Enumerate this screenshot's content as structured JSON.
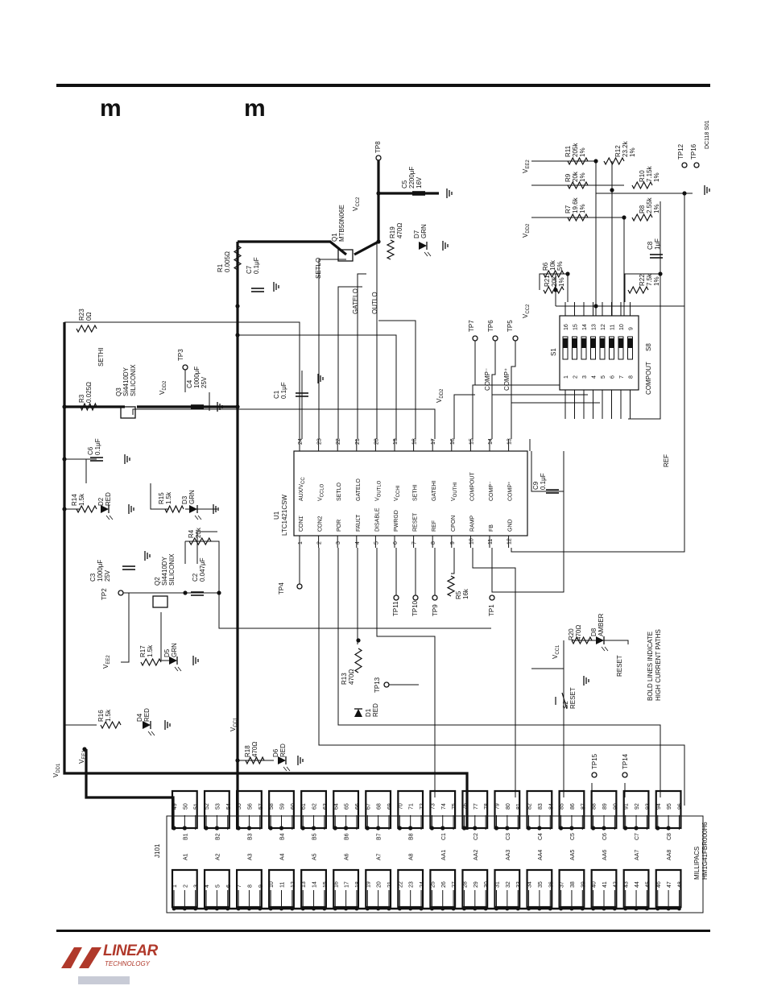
{
  "header": {
    "logo_glyph_left": "m",
    "logo_glyph_right": "m"
  },
  "footer": {
    "brand_main": "LINEAR",
    "brand_sub": "TECHNOLOGY",
    "brand_color": "#b0392b",
    "drawing_no": "DC118 S01"
  },
  "u1": {
    "ref": "U1",
    "part": "LTC1421CSW",
    "pins_top": [
      {
        "num": "24",
        "name": "AUX/V",
        "sub": "CC"
      },
      {
        "num": "23",
        "name": "V",
        "sub": "CCLO"
      },
      {
        "num": "22",
        "name": "SETLO",
        "sub": ""
      },
      {
        "num": "21",
        "name": "GATELO",
        "sub": ""
      },
      {
        "num": "20",
        "name": "V",
        "sub": "OUTLO"
      },
      {
        "num": "19",
        "name": "V",
        "sub": "CCHI"
      },
      {
        "num": "18",
        "name": "SETHI",
        "sub": ""
      },
      {
        "num": "17",
        "name": "GATEHI",
        "sub": ""
      },
      {
        "num": "16",
        "name": "V",
        "sub": "OUTHI"
      },
      {
        "num": "15",
        "name": "COMPOUT",
        "sub": ""
      },
      {
        "num": "14",
        "name": "COMP⁻",
        "sub": ""
      },
      {
        "num": "13",
        "name": "COMP⁺",
        "sub": ""
      }
    ],
    "pins_bottom": [
      {
        "num": "1",
        "name": "CON1",
        "over": true
      },
      {
        "num": "2",
        "name": "CON2",
        "over": true
      },
      {
        "num": "3",
        "name": "POR",
        "over": true
      },
      {
        "num": "4",
        "name": "FAULT",
        "over": true
      },
      {
        "num": "5",
        "name": "DISABLE",
        "over": false
      },
      {
        "num": "6",
        "name": "PWRGD",
        "over": false
      },
      {
        "num": "7",
        "name": "RESET",
        "over": true
      },
      {
        "num": "8",
        "name": "REF",
        "over": false
      },
      {
        "num": "9",
        "name": "CPON",
        "over": false
      },
      {
        "num": "10",
        "name": "RAMP",
        "over": false
      },
      {
        "num": "11",
        "name": "FB",
        "over": false
      },
      {
        "num": "12",
        "name": "GND",
        "over": false
      }
    ]
  },
  "s1": {
    "ref": "S1",
    "part": "S8",
    "pins_top": [
      "16",
      "15",
      "14",
      "13",
      "12",
      "11",
      "10",
      "9"
    ],
    "pins_bottom": [
      "1",
      "2",
      "3",
      "4",
      "5",
      "6",
      "7",
      "8"
    ],
    "label": "COMPOUT"
  },
  "components": [
    {
      "ref": "R1",
      "value": "0.005Ω"
    },
    {
      "ref": "C7",
      "value": "0.1μF"
    },
    {
      "ref": "Q1",
      "value": "MTB50N06E"
    },
    {
      "ref": "R19",
      "value": "470Ω"
    },
    {
      "ref": "D7",
      "value": "GRN"
    },
    {
      "ref": "C5",
      "value": "2200μF",
      "extra": "16V"
    },
    {
      "ref": "R23",
      "value": "0Ω"
    },
    {
      "ref": "R3",
      "value": "0.025Ω"
    },
    {
      "ref": "Q3",
      "value": "Si4410DY",
      "extra": "SILICONIX"
    },
    {
      "ref": "C4",
      "value": "1000μF",
      "extra": "25V"
    },
    {
      "ref": "C1",
      "value": "0.1μF"
    },
    {
      "ref": "C6",
      "value": "0.1μF"
    },
    {
      "ref": "R14",
      "value": "1.5k"
    },
    {
      "ref": "D2",
      "value": "RED"
    },
    {
      "ref": "R15",
      "value": "1.5k"
    },
    {
      "ref": "D3",
      "value": "GRN"
    },
    {
      "ref": "R4",
      "value": "20k"
    },
    {
      "ref": "C3",
      "value": "1000μF",
      "extra": "25V"
    },
    {
      "ref": "Q2",
      "value": "Si4410DY",
      "extra": "SILICONIX"
    },
    {
      "ref": "C2",
      "value": "0.047μF"
    },
    {
      "ref": "R17",
      "value": "1.5k"
    },
    {
      "ref": "D5",
      "value": "GRN"
    },
    {
      "ref": "R16",
      "value": "1.5k"
    },
    {
      "ref": "D4",
      "value": "RED"
    },
    {
      "ref": "R18",
      "value": "470Ω"
    },
    {
      "ref": "D6",
      "value": "RED"
    },
    {
      "ref": "R13",
      "value": "470Ω"
    },
    {
      "ref": "D1",
      "value": "RED"
    },
    {
      "ref": "R5",
      "value": "16k"
    },
    {
      "ref": "C9",
      "value": "0.1μF"
    },
    {
      "ref": "R20",
      "value": "470Ω"
    },
    {
      "ref": "D8",
      "value": "AMBER"
    },
    {
      "ref": "S2",
      "value": "RESET"
    },
    {
      "ref": "R6",
      "value": "10k",
      "extra": "5%"
    },
    {
      "ref": "R21",
      "value": "20k",
      "extra": "1%"
    },
    {
      "ref": "R22",
      "value": "7.5k",
      "extra": "1%"
    },
    {
      "ref": "C8",
      "value": "1μF"
    },
    {
      "ref": "R7",
      "value": "19.6k",
      "extra": "1%"
    },
    {
      "ref": "R8",
      "value": "2.55k",
      "extra": "1%"
    },
    {
      "ref": "R9",
      "value": "20k",
      "extra": "1%"
    },
    {
      "ref": "R10",
      "value": "7.15k",
      "extra": "1%"
    },
    {
      "ref": "R11",
      "value": "205k",
      "extra": "1%"
    },
    {
      "ref": "R12",
      "value": "23.2k",
      "extra": "1%"
    }
  ],
  "test_points": [
    "TP1",
    "TP2",
    "TP3",
    "TP4",
    "TP5",
    "TP6",
    "TP7",
    "TP8",
    "TP9",
    "TP10",
    "TP11",
    "TP12",
    "TP13",
    "TP14",
    "TP15",
    "TP16"
  ],
  "rails": [
    {
      "name": "V",
      "sub": "DD1"
    },
    {
      "name": "V",
      "sub": "EE1"
    },
    {
      "name": "V",
      "sub": "CC1"
    },
    {
      "name": "V",
      "sub": "CC2"
    },
    {
      "name": "V",
      "sub": "DD2"
    },
    {
      "name": "V",
      "sub": "EE2"
    }
  ],
  "nets": [
    "SETHI",
    "SETLO",
    "GATELO",
    "OUTLO",
    "COMP⁻",
    "COMP⁺",
    "REF",
    "RESET"
  ],
  "note": "BOLD LINES INDICATE HIGH CURRENT PATHS",
  "connector": {
    "ref": "J101",
    "part_line1": "MILLIPACS",
    "part_line2": "HM1G41FBR000H6",
    "upper_pins": [
      "49",
      "50",
      "51",
      "52",
      "53",
      "54",
      "55",
      "56",
      "57",
      "58",
      "59",
      "60",
      "61",
      "62",
      "63",
      "64",
      "65",
      "66",
      "67",
      "68",
      "69",
      "70",
      "71",
      "72",
      "73",
      "74",
      "75",
      "76",
      "77",
      "78",
      "79",
      "80",
      "81",
      "82",
      "83",
      "84",
      "85",
      "86",
      "87",
      "88",
      "89",
      "90",
      "91",
      "92",
      "93",
      "94",
      "95",
      "96"
    ],
    "lower_pins": [
      "1",
      "2",
      "3",
      "4",
      "5",
      "6",
      "7",
      "8",
      "9",
      "10",
      "11",
      "12",
      "13",
      "14",
      "15",
      "16",
      "17",
      "18",
      "19",
      "20",
      "21",
      "22",
      "23",
      "24",
      "25",
      "26",
      "27",
      "28",
      "29",
      "30",
      "31",
      "32",
      "33",
      "34",
      "35",
      "36",
      "37",
      "38",
      "39",
      "40",
      "41",
      "42",
      "43",
      "44",
      "45",
      "46",
      "47",
      "48"
    ],
    "upper_groups": [
      "B1",
      "B2",
      "B3",
      "B4",
      "B5",
      "B6",
      "B7",
      "B8",
      "C1",
      "C2",
      "C3",
      "C4",
      "C5",
      "C6",
      "C7",
      "C8"
    ],
    "lower_groups": [
      "A1",
      "A2",
      "A3",
      "A4",
      "A5",
      "A6",
      "A7",
      "A8",
      "AA1",
      "AA2",
      "AA3",
      "AA4",
      "AA5",
      "AA6",
      "AA7",
      "AA8"
    ]
  }
}
